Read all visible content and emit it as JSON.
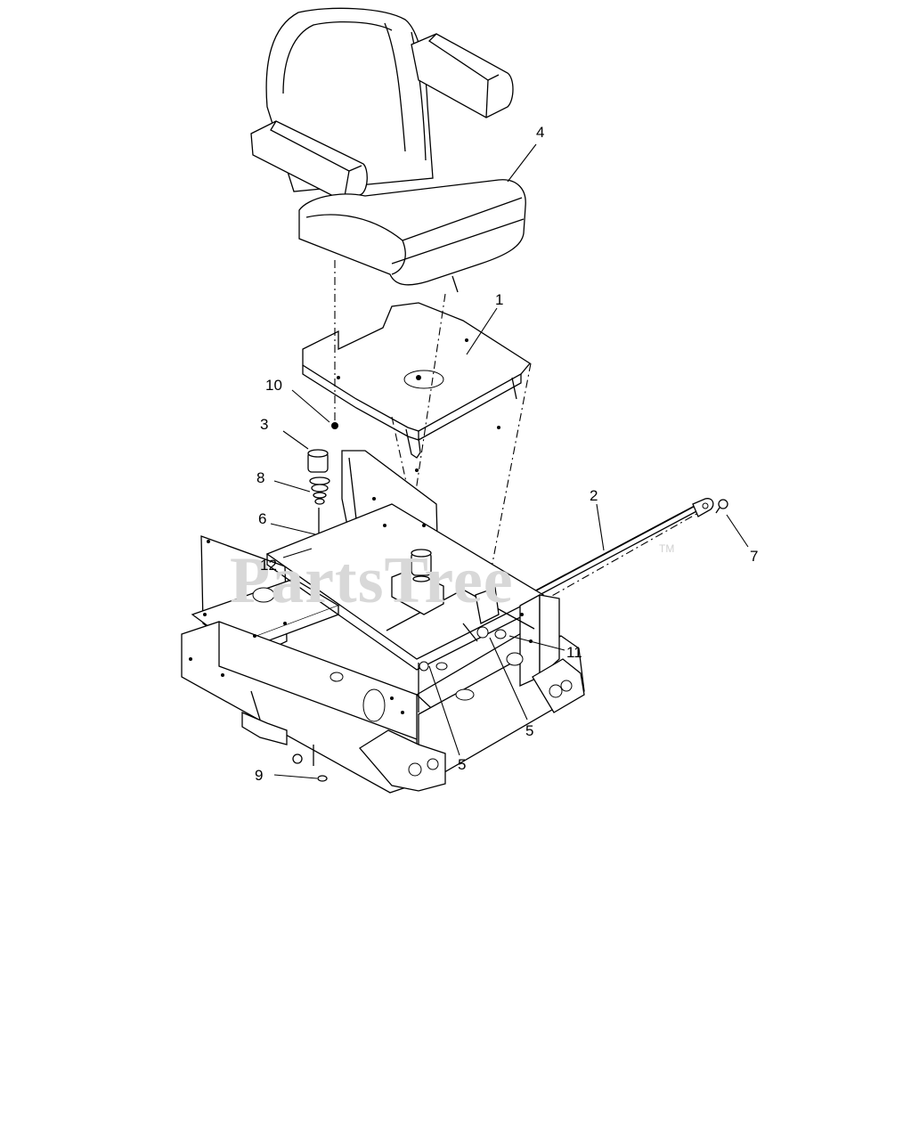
{
  "watermark": {
    "text": "PartsTree",
    "tm": "TM"
  },
  "callouts": [
    {
      "id": "4",
      "label": "4"
    },
    {
      "id": "1",
      "label": "1"
    },
    {
      "id": "10",
      "label": "10"
    },
    {
      "id": "3",
      "label": "3"
    },
    {
      "id": "8",
      "label": "8"
    },
    {
      "id": "6",
      "label": "6"
    },
    {
      "id": "12",
      "label": "12"
    },
    {
      "id": "2",
      "label": "2"
    },
    {
      "id": "7",
      "label": "7"
    },
    {
      "id": "11",
      "label": "11"
    },
    {
      "id": "5a",
      "label": "5"
    },
    {
      "id": "5b",
      "label": "5"
    },
    {
      "id": "9",
      "label": "9"
    }
  ]
}
